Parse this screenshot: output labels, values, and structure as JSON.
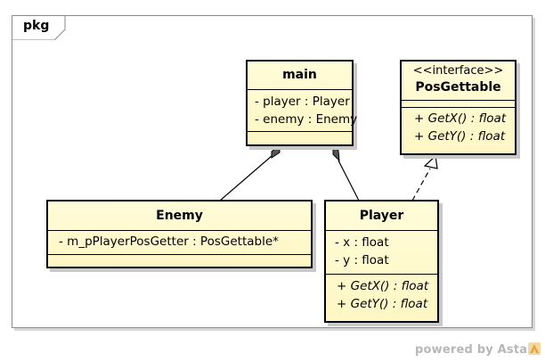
{
  "package": {
    "label": "pkg"
  },
  "classes": {
    "main": {
      "name": "main",
      "attributes": [
        "- player : Player",
        "- enemy : Enemy"
      ],
      "operations": []
    },
    "pos_gettable": {
      "stereotype": "<<interface>>",
      "name": "PosGettable",
      "attributes": [],
      "operations": [
        "+ GetX() : float",
        "+ GetY() : float"
      ]
    },
    "enemy": {
      "name": "Enemy",
      "attributes": [
        "- m_pPlayerPosGetter : PosGettable*"
      ],
      "operations": []
    },
    "player": {
      "name": "Player",
      "attributes": [
        "- x : float",
        "- y : float"
      ],
      "operations": [
        "+ GetX() : float",
        "+ GetY() : float"
      ]
    }
  },
  "relations": [
    {
      "type": "composition",
      "from": "main",
      "to": "enemy"
    },
    {
      "type": "composition",
      "from": "main",
      "to": "player"
    },
    {
      "type": "realization",
      "from": "player",
      "to": "pos_gettable"
    }
  ],
  "footer": {
    "powered_by": "powered by Astah"
  },
  "colors": {
    "class_fill": "#fff9cc",
    "frame_border": "#8a8a8a",
    "footer_text": "#b7b7b7",
    "logo": "#e8a23a"
  }
}
